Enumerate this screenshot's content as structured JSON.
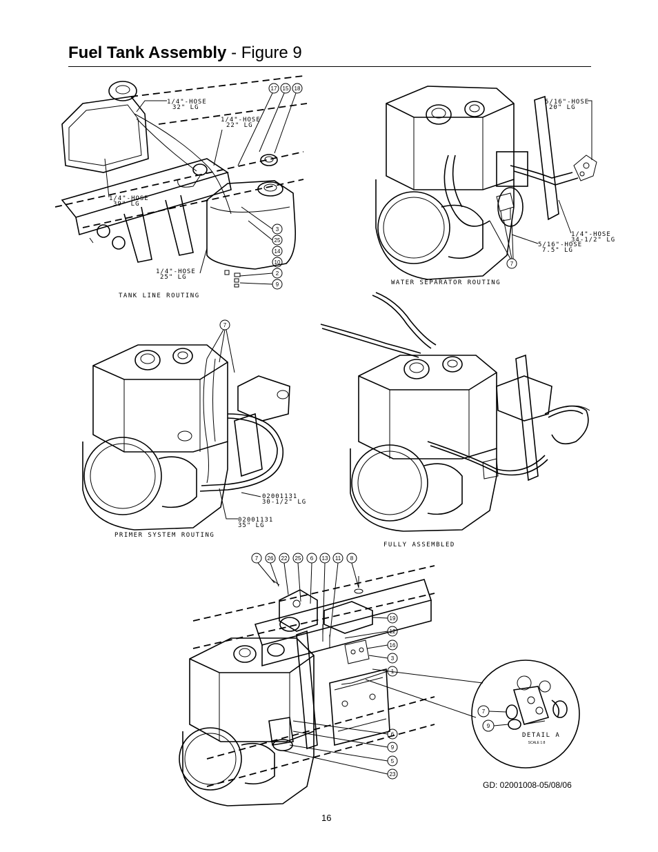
{
  "header": {
    "title_bold": "Fuel Tank Assembly",
    "title_rest": " - Figure 9"
  },
  "figures": {
    "tank": {
      "caption": "TANK LINE ROUTING",
      "hose1": [
        "1/4\"-HOSE",
        "32\" LG"
      ],
      "hose2": [
        "1/4\"-HOSE",
        "22\" LG"
      ],
      "hose3": [
        "1/4\"-HOSE",
        "39\" LG"
      ],
      "hose4": [
        "1/4\"-HOSE",
        "25\" LG"
      ],
      "callouts": [
        "17",
        "15",
        "18",
        "3",
        "25",
        "14",
        "10",
        "2",
        "9"
      ]
    },
    "water": {
      "caption": "WATER SEPARATOR ROUTING",
      "hose1": [
        "5/16\"-HOSE",
        "20\" LG"
      ],
      "hose2": [
        "1/4\"-HOSE",
        "34-1/2\" LG"
      ],
      "hose3": [
        "5/16\"-HOSE",
        "7.5\" LG"
      ],
      "callouts": [
        "7"
      ]
    },
    "primer": {
      "caption": "PRIMER SYSTEM ROUTING",
      "part1": [
        "02001131",
        "30-1/2\" LG"
      ],
      "part2": [
        "02001131",
        "35\" LG"
      ],
      "callouts": [
        "7"
      ]
    },
    "fully": {
      "caption": "FULLY ASSEMBLED"
    },
    "bottom": {
      "top_callouts": [
        "7",
        "26",
        "22",
        "25",
        "6",
        "13",
        "11",
        "8"
      ],
      "right_callouts": [
        "19",
        "12",
        "16",
        "3",
        "1"
      ],
      "lower_callouts": [
        "6",
        "9",
        "5",
        "23"
      ],
      "detail_title": "DETAIL A",
      "detail_scale": "SCALE 1:8",
      "detail_callouts": [
        "7",
        "9"
      ]
    }
  },
  "footer": {
    "doc_id": "GD: 02001008-05/08/06",
    "page": "16"
  }
}
